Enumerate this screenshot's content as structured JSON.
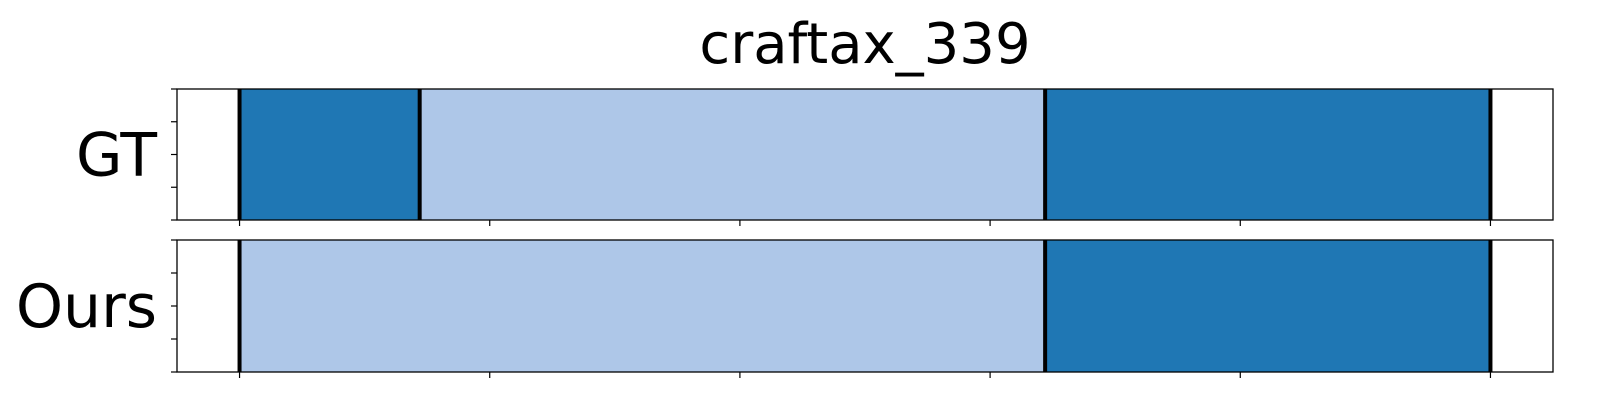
{
  "chart_data": {
    "type": "bar",
    "title": "craftax_339",
    "xlim": [
      -25,
      525
    ],
    "x_ticks": [
      0,
      100,
      200,
      300,
      400,
      500
    ],
    "show_tick_labels": false,
    "grid": false,
    "colors": {
      "segment_a": "#1f77b4",
      "segment_b": "#aec7e8",
      "boundary": "#000000",
      "frame": "#000000"
    },
    "rows": [
      {
        "label": "GT",
        "segments": [
          {
            "start": 0,
            "end": 72,
            "color_key": "segment_a"
          },
          {
            "start": 72,
            "end": 322,
            "color_key": "segment_b"
          },
          {
            "start": 322,
            "end": 500,
            "color_key": "segment_a"
          }
        ],
        "boundaries": [
          0,
          72,
          322,
          500
        ]
      },
      {
        "label": "Ours",
        "segments": [
          {
            "start": 0,
            "end": 322,
            "color_key": "segment_b"
          },
          {
            "start": 322,
            "end": 500,
            "color_key": "segment_a"
          }
        ],
        "boundaries": [
          0,
          322,
          500
        ]
      }
    ]
  }
}
